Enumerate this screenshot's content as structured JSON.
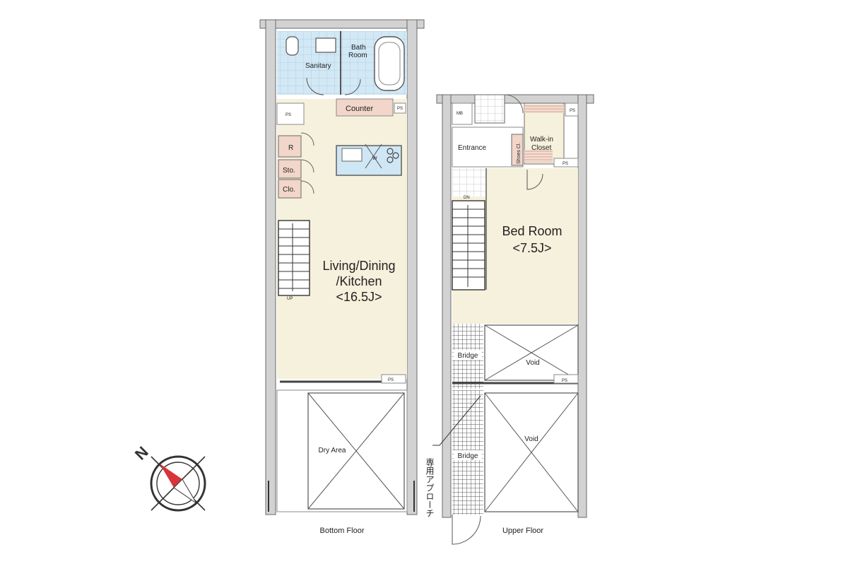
{
  "floors": {
    "bottom": {
      "caption": "Bottom Floor",
      "rooms": {
        "sanitary": "Sanitary",
        "bath_line1": "Bath",
        "bath_line2": "Room",
        "counter": "Counter",
        "ldk_line1": "Living/Dining",
        "ldk_line2": "/Kitchen",
        "ldk_size": "<16.5J>",
        "dry_area": "Dry Area"
      },
      "fixtures": {
        "refrigerator": "R",
        "storage": "Sto.",
        "closet": "Clo.",
        "stair_up": "UP",
        "wash": "W"
      }
    },
    "upper": {
      "caption": "Upper Floor",
      "rooms": {
        "entrance": "Entrance",
        "walk_in_line1": "Walk-in",
        "walk_in_line2": "Closet",
        "shoes_closet": "Shoes Cl.",
        "bed_room": "Bed Room",
        "bed_size": "<7.5J>",
        "void_top": "Void",
        "void_bottom": "Void",
        "bridge_top": "Bridge",
        "bridge_bottom": "Bridge"
      },
      "fixtures": {
        "meter": "MB",
        "stair_down": "DN"
      }
    }
  },
  "labels": {
    "pipe_space": "PS",
    "private_approach": "専用アプローチ"
  },
  "compass": {
    "north": "N"
  },
  "colors": {
    "tile_blue": "#d2e8f5",
    "tile_line": "#b0cfe3",
    "floor_cream": "#f6f1dc",
    "counter_pink": "#f1d6c9",
    "kitchen_blue": "#cfe6f4",
    "closet_pink": "#f4dcd0",
    "wall_gray": "#b8b8b8",
    "line_dark": "#4a4a4a",
    "compass_red": "#d9343a"
  }
}
